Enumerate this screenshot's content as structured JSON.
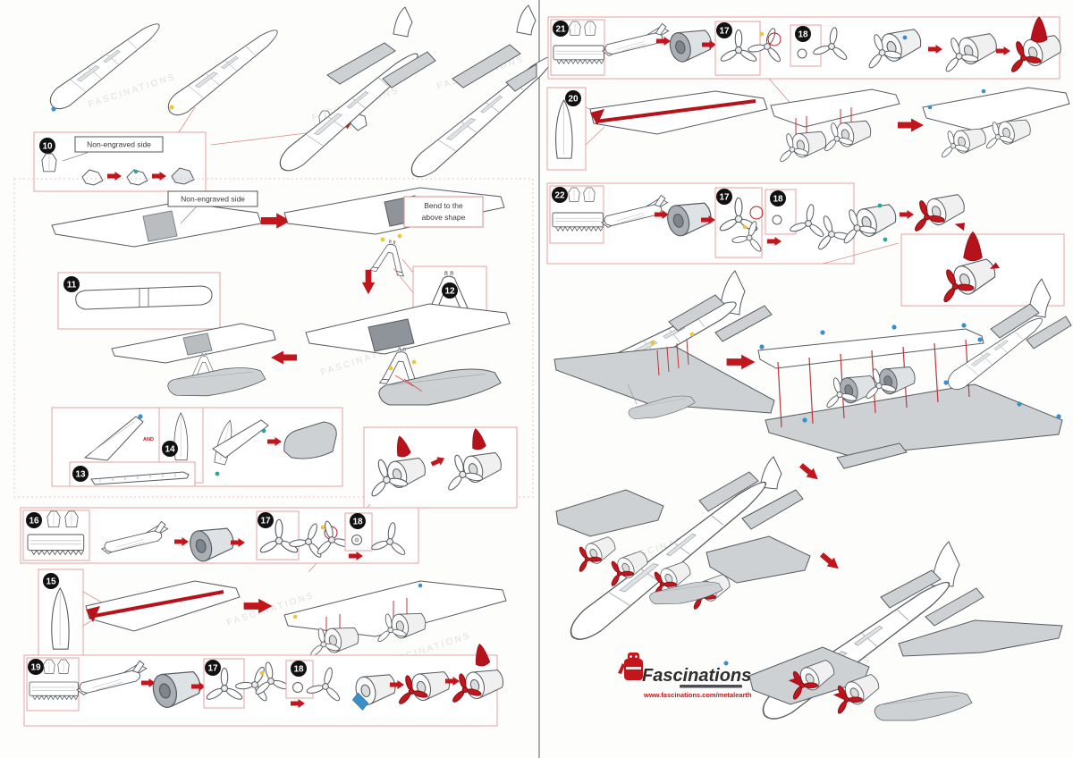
{
  "document": {
    "kind": "metal-model-assembly-instructions",
    "brand_watermark": "FASCINATIONS"
  },
  "labels": {
    "non_engraved_side": "Non-engraved side",
    "bend_note_line1": "Bend to the",
    "bend_note_line2": "above shape",
    "and_connector": "AND"
  },
  "steps": {
    "s10": "10",
    "s11": "11",
    "s12": "12",
    "s13": "13",
    "s14": "14",
    "s15": "15",
    "s16": "16",
    "s17": "17",
    "s18": "18",
    "s19": "19",
    "s20": "20",
    "s21": "21",
    "s22": "22"
  },
  "logo": {
    "brand": "Fascinations",
    "website": "www.fascinations.com/metalearth"
  },
  "colors": {
    "accent_red": "#c0161c",
    "cone_red": "#b5121b",
    "box_border_pink": "#e3a1a1",
    "part_fill_gray": "#cdd1d4",
    "outline_gray": "#565b5f",
    "marker_blue": "#3a8fc7",
    "marker_yellow": "#e7c93f",
    "marker_teal": "#27a79a",
    "watermark_gray": "#c7c7c7"
  }
}
